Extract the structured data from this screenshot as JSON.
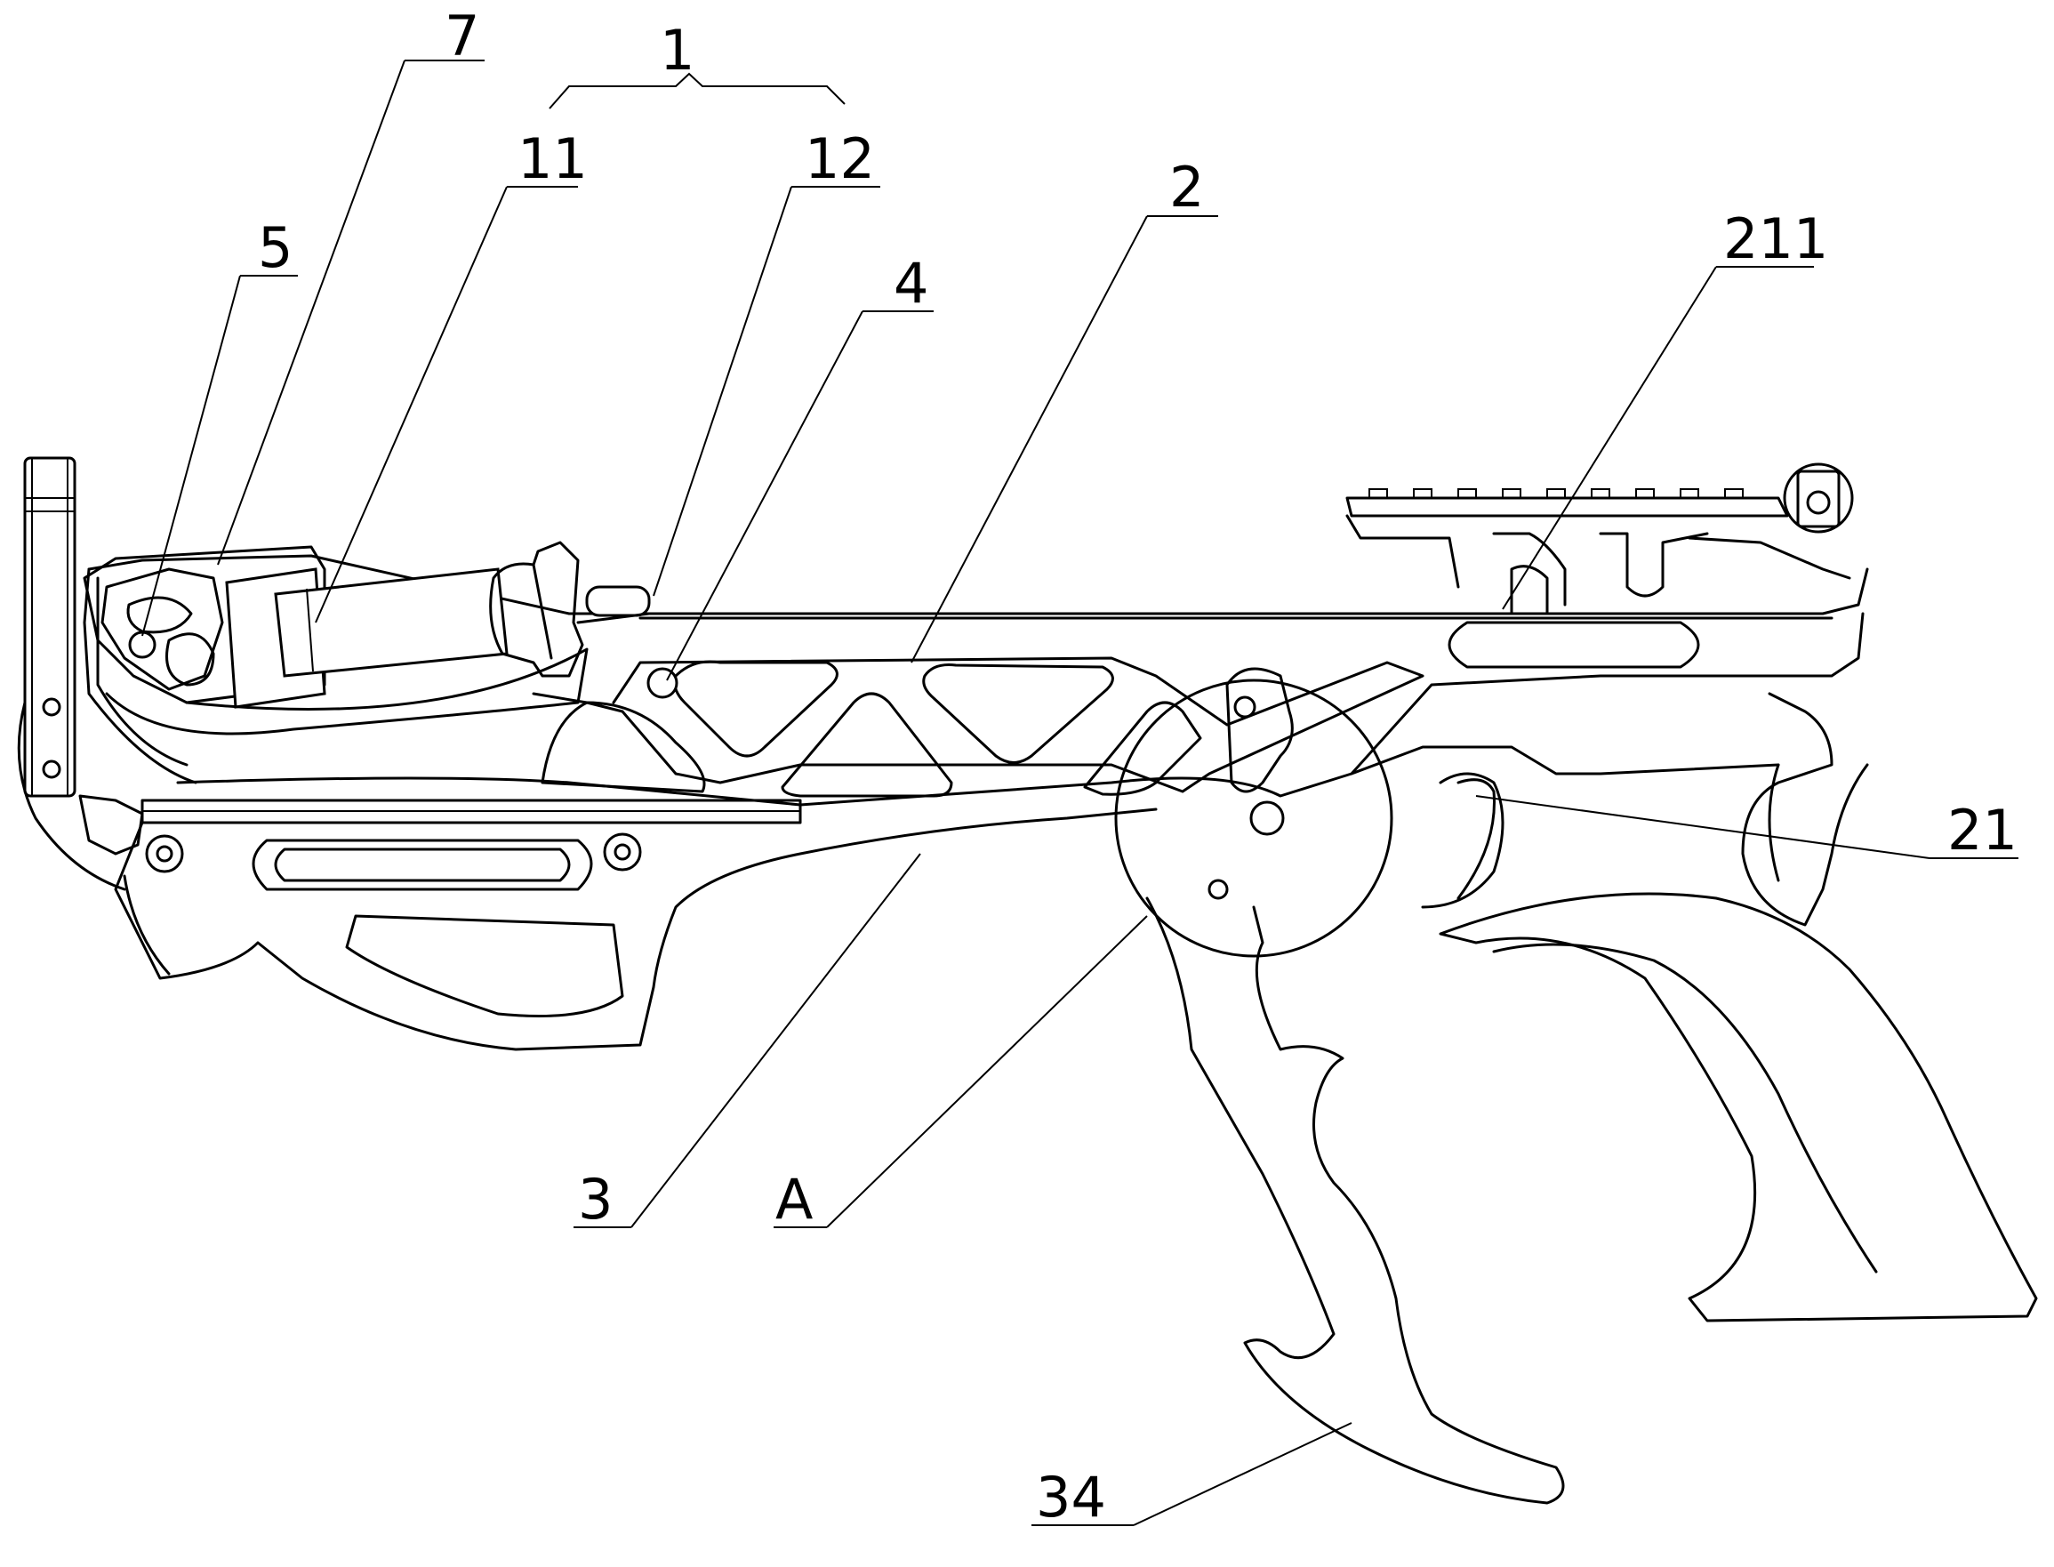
{
  "figure": {
    "labels": {
      "part_1": "1",
      "part_11": "11",
      "part_12": "12",
      "part_7": "7",
      "part_5": "5",
      "part_4": "4",
      "part_2": "2",
      "part_211": "211",
      "part_21": "21",
      "part_3": "3",
      "part_a": "A",
      "part_34": "34"
    },
    "colors": {
      "line": "#000000",
      "background": "#ffffff"
    }
  }
}
